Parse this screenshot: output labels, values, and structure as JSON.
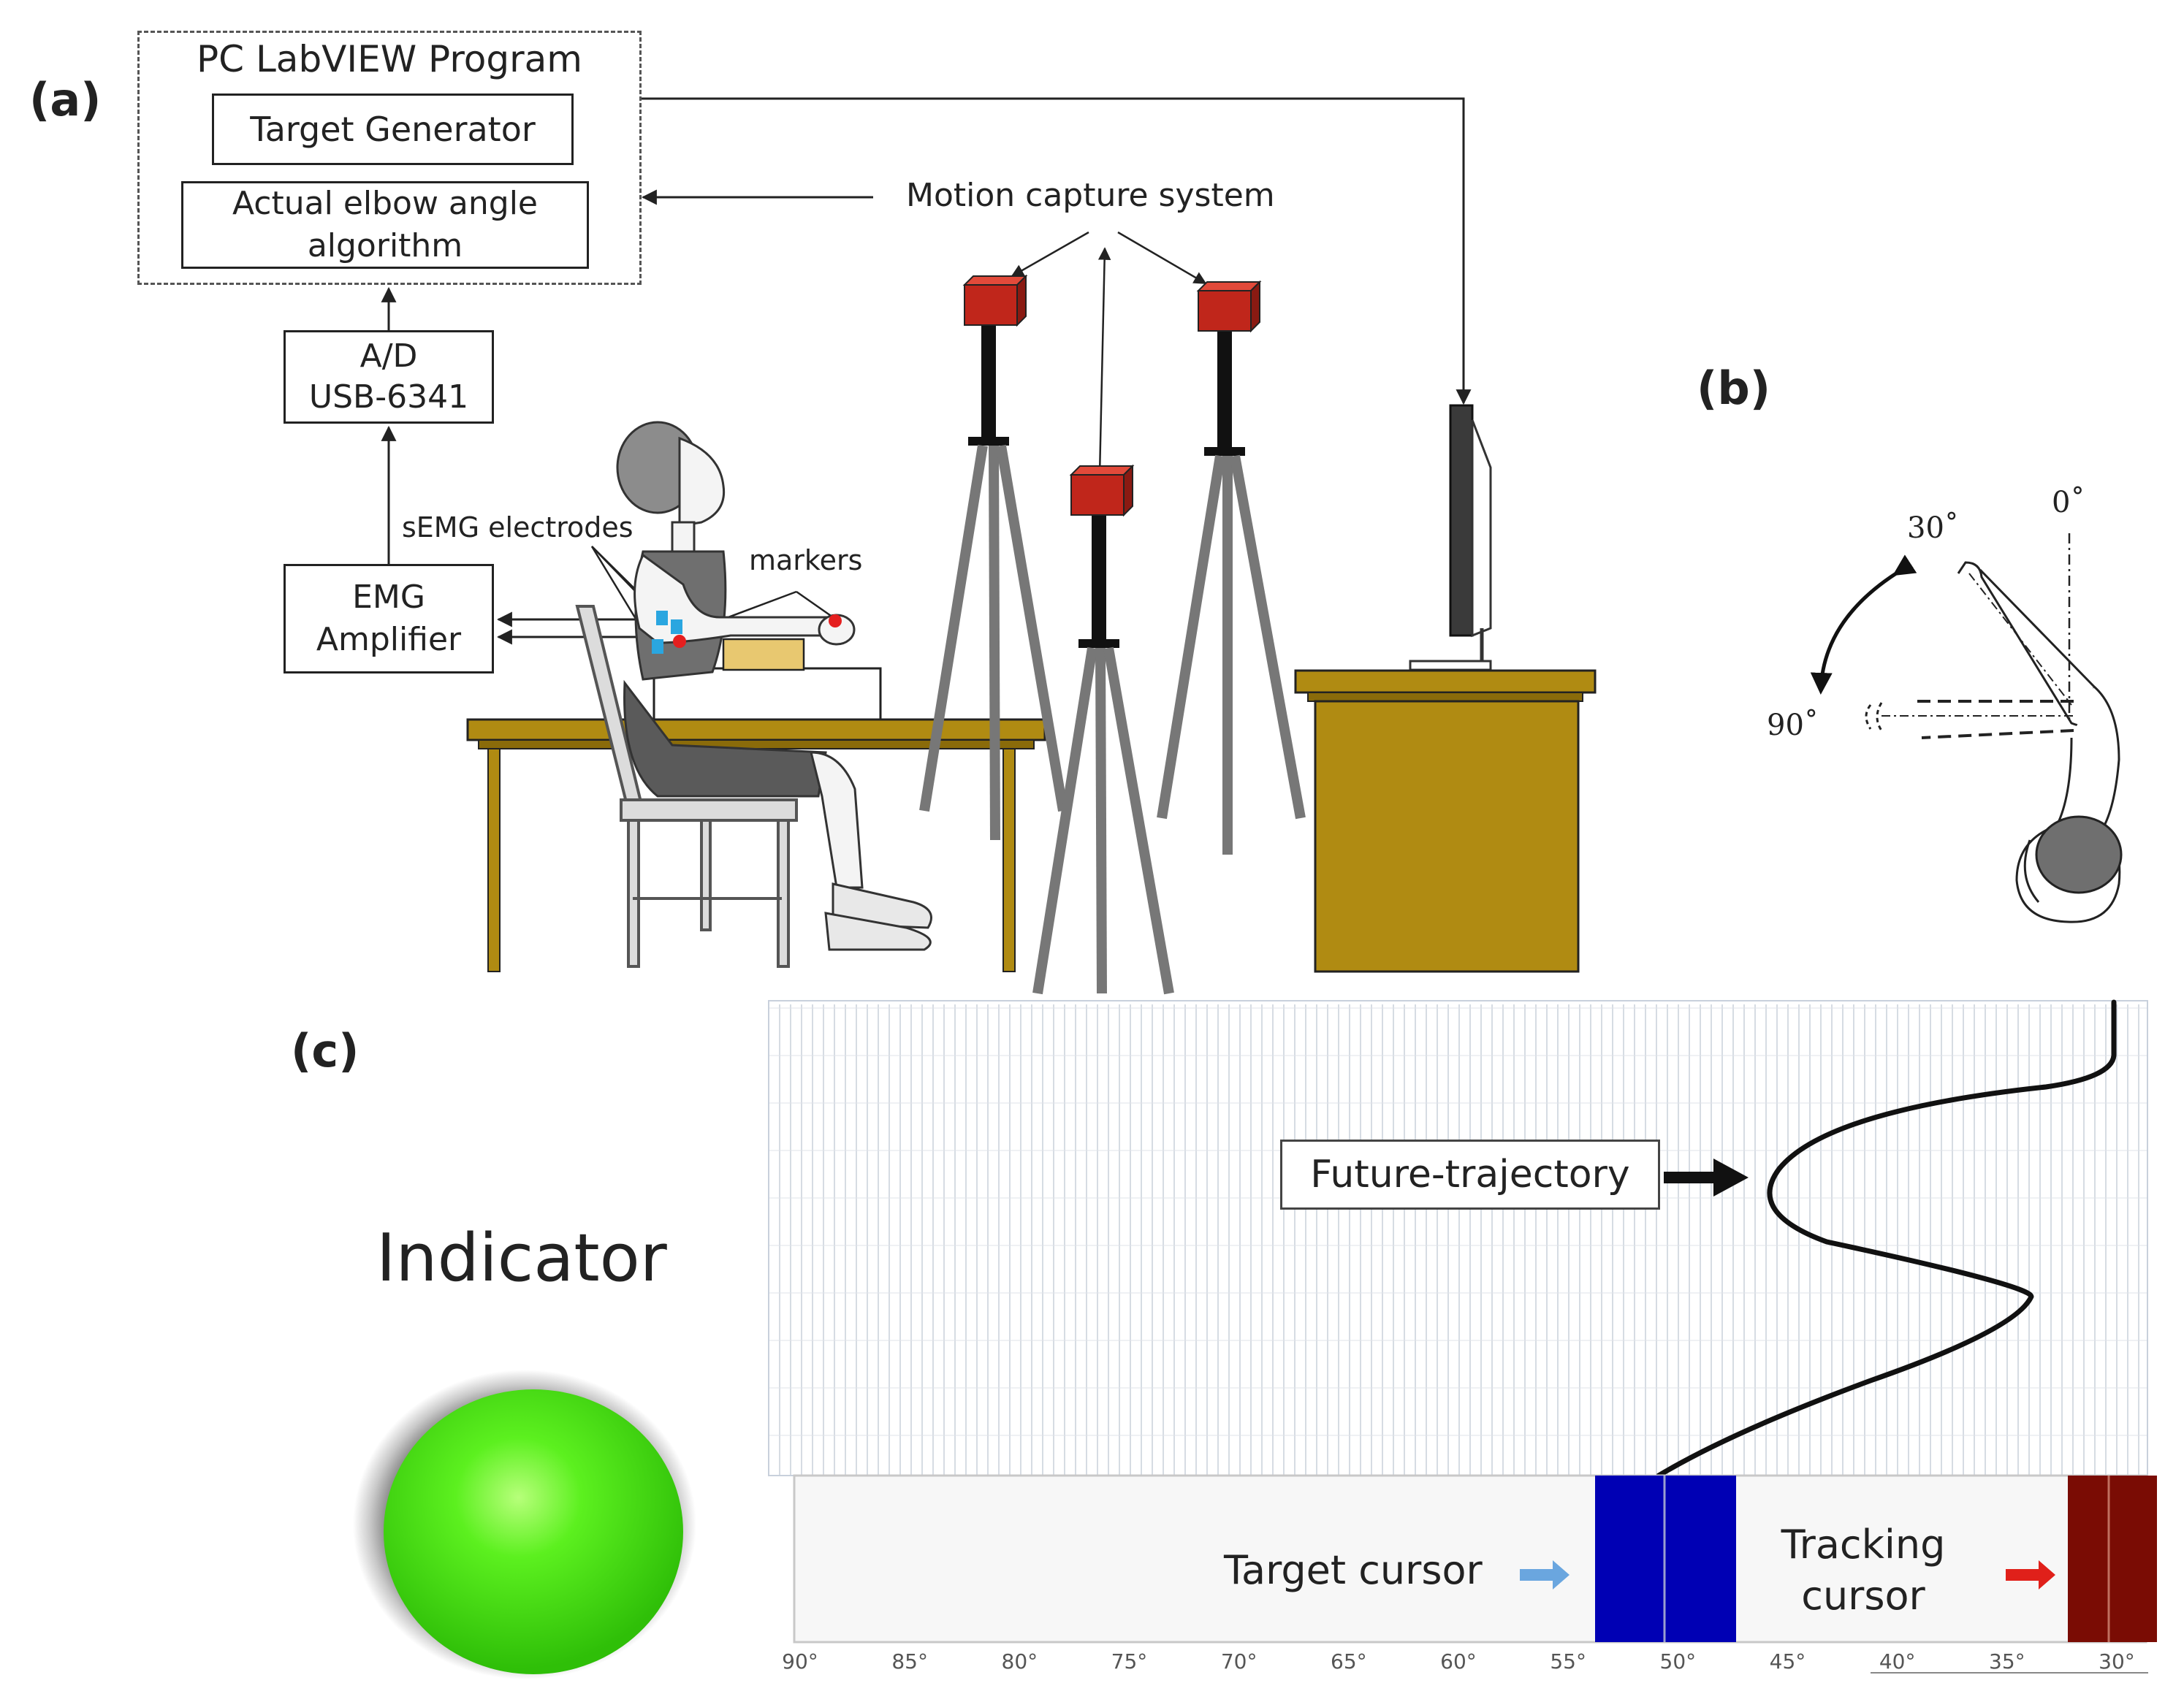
{
  "panels": {
    "a": "(a)",
    "b": "(b)",
    "c": "(c)"
  },
  "pc_box": {
    "title": "PC LabVIEW Program",
    "target_generator": "Target Generator",
    "elbow_line1": "Actual elbow angle",
    "elbow_line2": "algorithm"
  },
  "ad_box": {
    "line1": "A/D",
    "line2": "USB-6341"
  },
  "emg_box": {
    "line1": "EMG",
    "line2": "Amplifier"
  },
  "labels": {
    "motion_capture": "Motion capture system",
    "semg": "sEMG electrodes",
    "markers": "markers"
  },
  "angle_diagram": {
    "a0": "0˚",
    "a30": "30˚",
    "a90": "90˚"
  },
  "tracking_panel": {
    "indicator": "Indicator",
    "future_trajectory": "Future-trajectory",
    "target_cursor": "Target cursor",
    "tracking_line1": "Tracking",
    "tracking_line2": "cursor",
    "ticks": [
      "90°",
      "85°",
      "80°",
      "75°",
      "70°",
      "65°",
      "60°",
      "55°",
      "50°",
      "45°",
      "40°",
      "35°",
      "30°"
    ]
  },
  "colors": {
    "camera": "#c0261b",
    "desk": "#b08b12",
    "target_cursor": "#0000b4",
    "tracking_cursor": "#7a0c04",
    "indicator": "#44e012",
    "electrode": "#2aa6e0",
    "marker": "#e51f1f"
  }
}
